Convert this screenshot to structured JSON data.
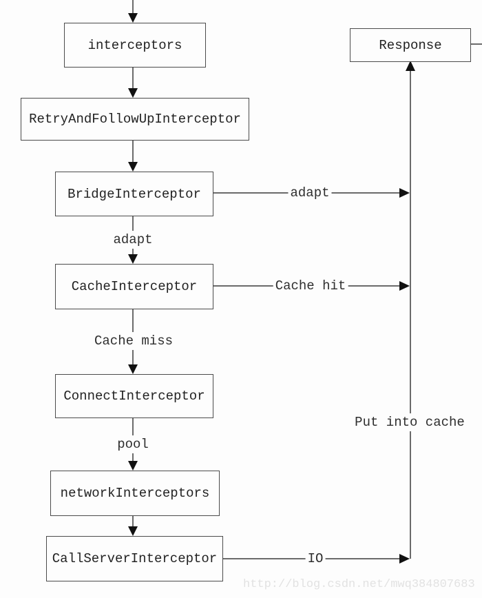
{
  "diagram": {
    "type": "flowchart",
    "nodes": {
      "interceptors": "interceptors",
      "retry": "RetryAndFollowUpInterceptor",
      "bridge": "BridgeInterceptor",
      "cache": "CacheInterceptor",
      "connect": "ConnectInterceptor",
      "network": "networkInterceptors",
      "callserver": "CallServerInterceptor",
      "response": "Response"
    },
    "edges": {
      "adapt_down": "adapt",
      "cache_miss": "Cache miss",
      "pool": "pool",
      "adapt_right": "adapt",
      "cache_hit": "Cache hit",
      "io": "IO",
      "put_into_cache": "Put into cache"
    },
    "watermark": "http://blog.csdn.net/mwq384807683",
    "colors": {
      "background": "#fdfdfd",
      "line": "#3a3a3a",
      "arrowhead": "#111111",
      "box_border": "#4a4a4a",
      "text": "#222222",
      "watermark": "#e2e2e2"
    }
  }
}
